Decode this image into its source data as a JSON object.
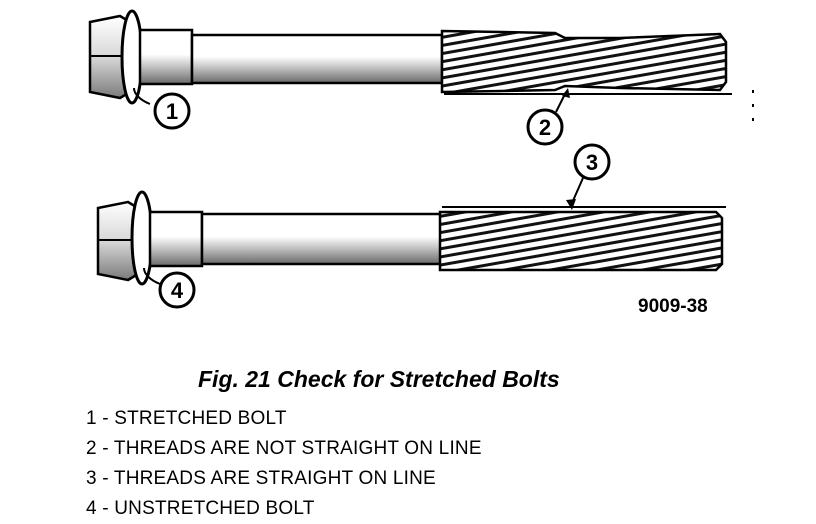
{
  "figure": {
    "callouts": [
      "1",
      "2",
      "3",
      "4"
    ],
    "part_number": "9009-38",
    "caption": "Fig. 21 Check for Stretched Bolts",
    "legend": [
      "1 - STRETCHED BOLT",
      "2 - THREADS ARE NOT STRAIGHT ON LINE",
      "3 - THREADS ARE STRAIGHT ON LINE",
      "4 - UNSTRETCHED BOLT"
    ]
  }
}
